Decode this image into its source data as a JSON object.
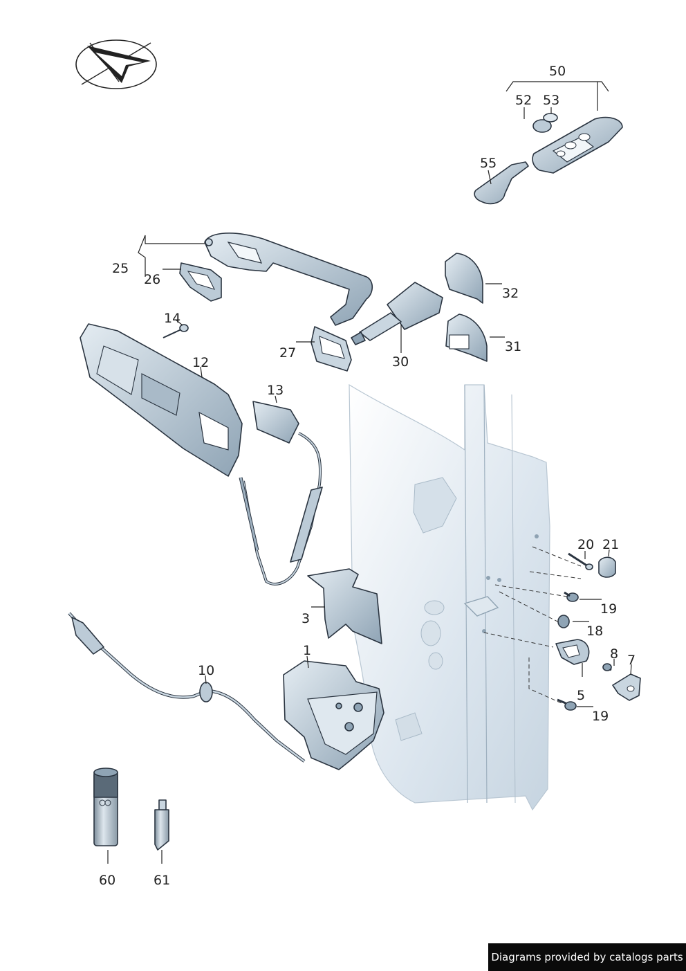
{
  "callouts": {
    "c1": "1",
    "c3": "3",
    "c5": "5",
    "c7": "7",
    "c8": "8",
    "c10": "10",
    "c12": "12",
    "c13": "13",
    "c14": "14",
    "c18": "18",
    "c19a": "19",
    "c19b": "19",
    "c20": "20",
    "c21": "21",
    "c25": "25",
    "c26": "26",
    "c27": "27",
    "c30": "30",
    "c31": "31",
    "c32": "32",
    "c50": "50",
    "c52": "52",
    "c53": "53",
    "c55": "55",
    "c60": "60",
    "c61": "61"
  },
  "footer": {
    "text": "Diagrams provided by catalogs parts"
  },
  "colors": {
    "part_fill": "#c9d6e0",
    "part_shadow": "#8fa4b5",
    "door_fill": "#e3ebf2",
    "footer_bg": "#0a0a0a"
  }
}
